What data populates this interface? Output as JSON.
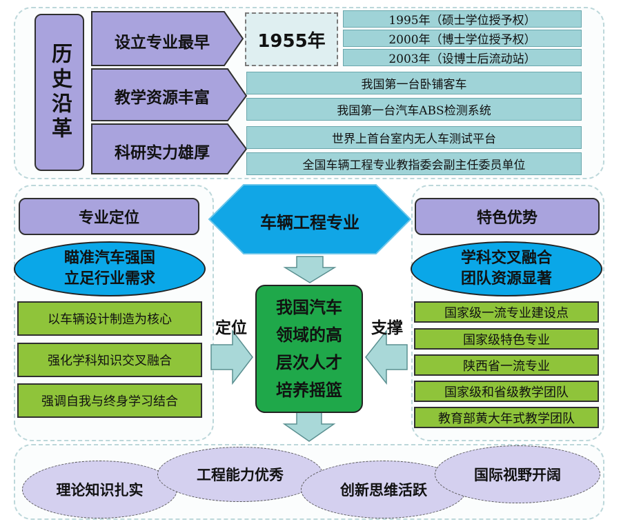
{
  "history": {
    "title": "历史沿革",
    "rows": [
      {
        "label": "设立专业最早"
      },
      {
        "label": "教学资源丰富"
      },
      {
        "label": "科研实力雄厚"
      }
    ],
    "year": "1955年",
    "degrees": [
      "1995年（硕士学位授予权）",
      "2000年（博士学位授予权）",
      "2003年（设博士后流动站）"
    ],
    "resources": [
      "我国第一台卧铺客车",
      "我国第一台汽车ABS检测系统"
    ],
    "research": [
      "世界上首台室内无人车测试平台",
      "全国车辆工程专业教指委会副主任委员单位"
    ]
  },
  "center": {
    "major": "车辆工程专业",
    "core_lines": [
      "我国汽车",
      "领域的高",
      "层次人才",
      "培养摇篮"
    ],
    "left_arrow_label": "定位",
    "right_arrow_label": "支撑"
  },
  "positioning": {
    "title": "专业定位",
    "ellipse_lines": [
      "瞄准汽车强国",
      "立足行业需求"
    ],
    "items": [
      "以车辆设计制造为核心",
      "强化学科知识交叉融合",
      "强调自我与终身学习结合"
    ]
  },
  "advantages": {
    "title": "特色优势",
    "ellipse_lines": [
      "学科交叉融合",
      "团队资源显著"
    ],
    "items": [
      "国家级一流专业建设点",
      "国家级特色专业",
      "陕西省一流专业",
      "国家级和省级教学团队",
      "教育部黄大年式教学团队"
    ]
  },
  "outcomes": [
    "理论知识扎实",
    "工程能力优秀",
    "创新思维活跃",
    "国际视野开阔"
  ],
  "colors": {
    "purple": "#a9a3dd",
    "cyan": "#9fd3d7",
    "green": "#8fc43a",
    "blue_ellipse": "#0aa7e8",
    "hexagon": "#11a6e6",
    "arrow": "#a9d8d8",
    "center": "#1fa84a",
    "lavender": "#d4d0ef"
  }
}
